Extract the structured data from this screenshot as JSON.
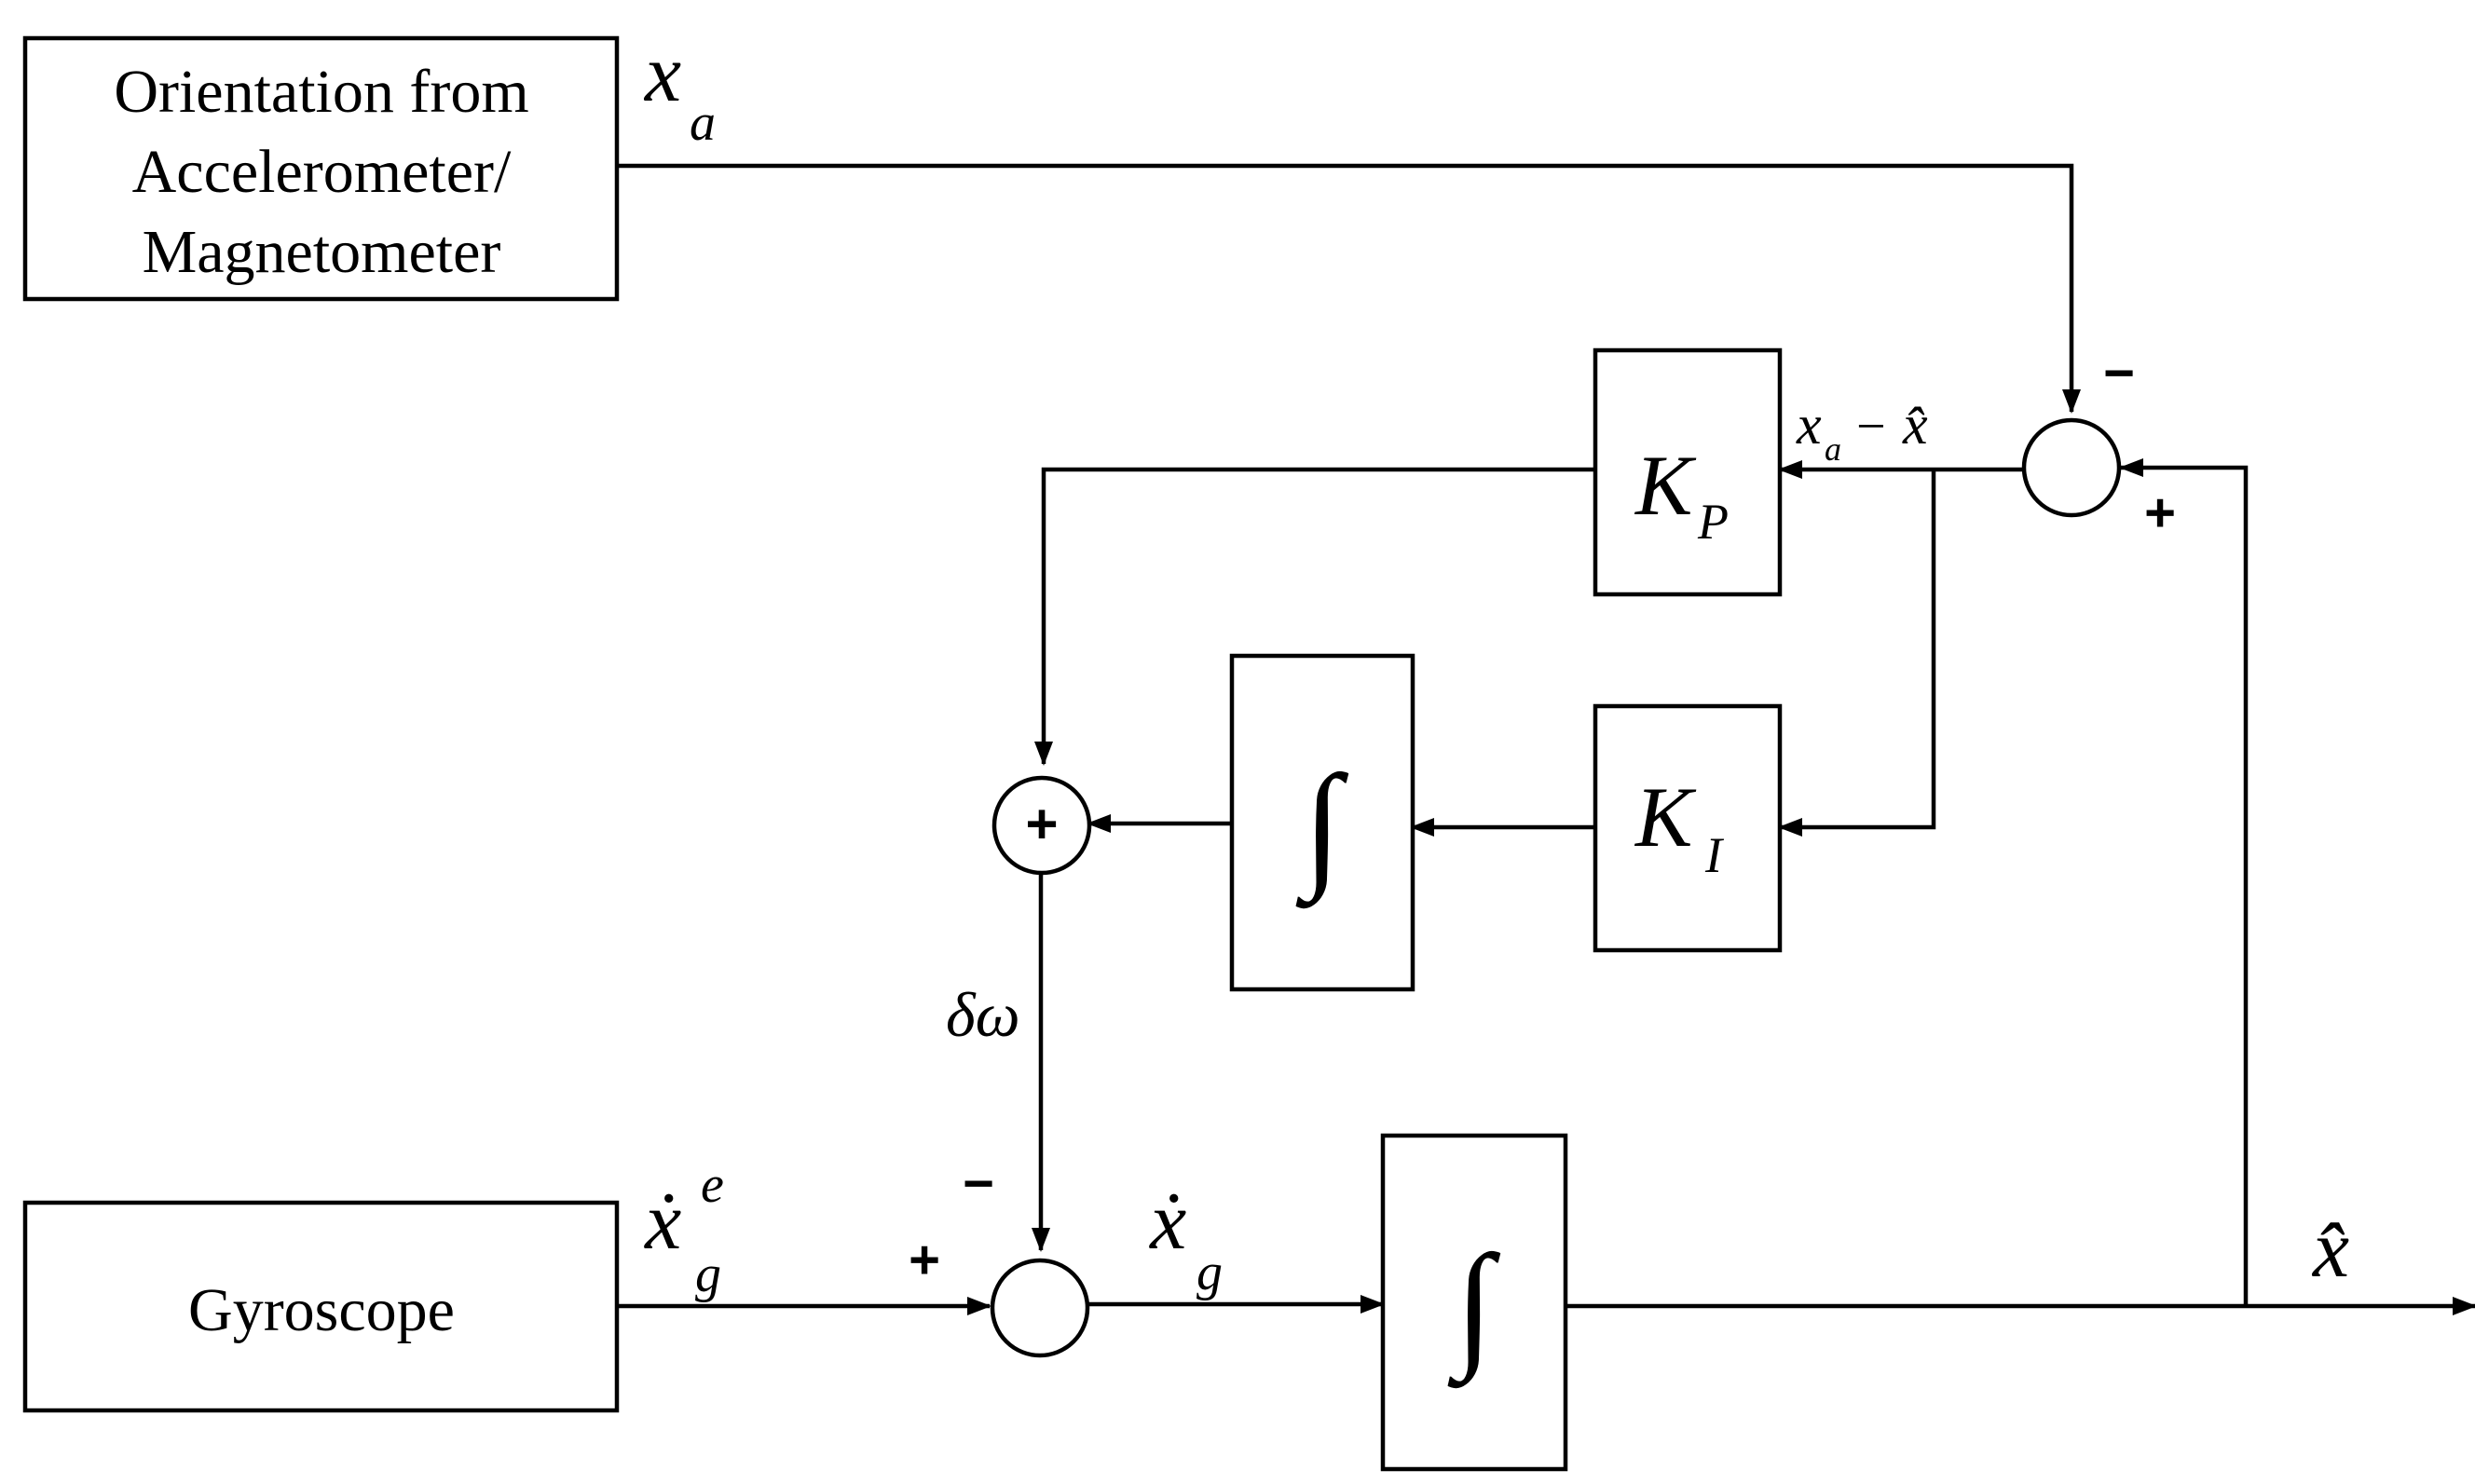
{
  "blocks": {
    "orientation": {
      "lines": [
        "Orientation from",
        "Accelerometer/",
        "Magnetometer"
      ]
    },
    "gyroscope": {
      "label": "Gyroscope"
    },
    "kp": {
      "symbol": "K",
      "sub": "P"
    },
    "ki": {
      "symbol": "K",
      "sub": "I"
    },
    "integrator_upper": {
      "symbol": "∫"
    },
    "integrator_lower": {
      "symbol": "∫"
    }
  },
  "signals": {
    "xa": {
      "base": "x",
      "sub": "a"
    },
    "error": {
      "base": "x",
      "sub": "a",
      "op": "−",
      "hat": "x̂"
    },
    "x_dot_g_e": {
      "base": "ẋ",
      "sub": "g",
      "sup": "e"
    },
    "x_dot_g": {
      "base": "ẋ",
      "sub": "g"
    },
    "delta_omega": {
      "text": "δω"
    },
    "x_hat": {
      "text": "x̂"
    }
  },
  "junctions": {
    "error_sum": {
      "minus": "−",
      "plus": "+"
    },
    "pi_sum": {
      "symbol": "+"
    },
    "gyro_sum": {
      "minus": "−",
      "plus": "+"
    }
  }
}
